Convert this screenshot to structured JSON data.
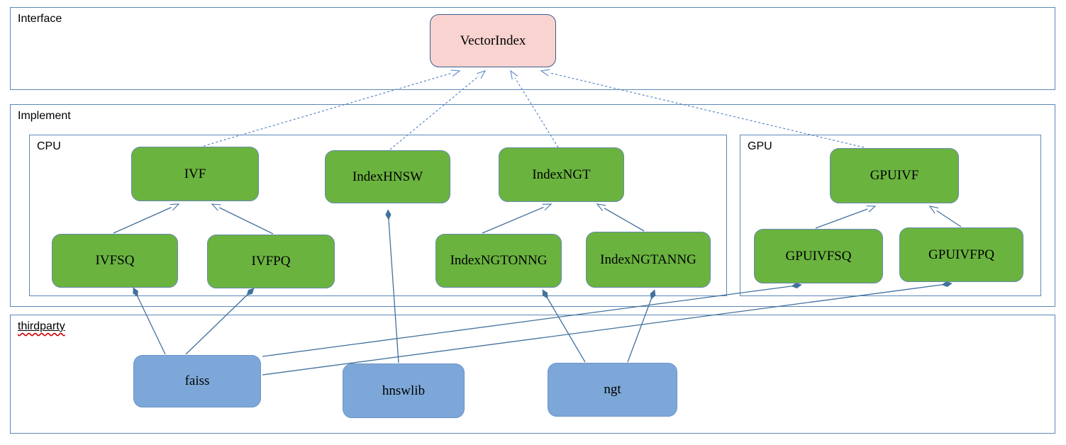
{
  "containers": {
    "interface": {
      "label": "Interface"
    },
    "implement": {
      "label": "Implement"
    },
    "cpu": {
      "label": "CPU"
    },
    "gpu": {
      "label": "GPU"
    },
    "thirdparty": {
      "label": "thirdparty"
    }
  },
  "nodes": {
    "vectorindex": {
      "label": "VectorIndex",
      "kind": "interface"
    },
    "ivf": {
      "label": "IVF",
      "kind": "implementation-cpu"
    },
    "indexhnsw": {
      "label": "IndexHNSW",
      "kind": "implementation-cpu"
    },
    "indexngt": {
      "label": "IndexNGT",
      "kind": "implementation-cpu"
    },
    "gpuivf": {
      "label": "GPUIVF",
      "kind": "implementation-gpu"
    },
    "ivfsq": {
      "label": "IVFSQ",
      "kind": "implementation-cpu"
    },
    "ivfpq": {
      "label": "IVFPQ",
      "kind": "implementation-cpu"
    },
    "indexngtonng": {
      "label": "IndexNGTONNG",
      "kind": "implementation-cpu"
    },
    "indexngtanng": {
      "label": "IndexNGTANNG",
      "kind": "implementation-cpu"
    },
    "gpuivfsq": {
      "label": "GPUIVFSQ",
      "kind": "implementation-gpu"
    },
    "gpuivfpq": {
      "label": "GPUIVFPQ",
      "kind": "implementation-gpu"
    },
    "faiss": {
      "label": "faiss",
      "kind": "thirdparty"
    },
    "hnswlib": {
      "label": "hnswlib",
      "kind": "thirdparty"
    },
    "ngt": {
      "label": "ngt",
      "kind": "thirdparty"
    }
  },
  "edges": [
    {
      "from": "IVF",
      "to": "VectorIndex",
      "type": "realization-dashed"
    },
    {
      "from": "IndexHNSW",
      "to": "VectorIndex",
      "type": "realization-dashed"
    },
    {
      "from": "IndexNGT",
      "to": "VectorIndex",
      "type": "realization-dashed"
    },
    {
      "from": "GPUIVF",
      "to": "VectorIndex",
      "type": "realization-dashed"
    },
    {
      "from": "IVFSQ",
      "to": "IVF",
      "type": "inheritance"
    },
    {
      "from": "IVFPQ",
      "to": "IVF",
      "type": "inheritance"
    },
    {
      "from": "IndexNGTONNG",
      "to": "IndexNGT",
      "type": "inheritance"
    },
    {
      "from": "IndexNGTANNG",
      "to": "IndexNGT",
      "type": "inheritance"
    },
    {
      "from": "GPUIVFSQ",
      "to": "GPUIVF",
      "type": "inheritance"
    },
    {
      "from": "GPUIVFPQ",
      "to": "GPUIVF",
      "type": "inheritance"
    },
    {
      "from": "IVFSQ",
      "to": "faiss",
      "type": "composition"
    },
    {
      "from": "IVFPQ",
      "to": "faiss",
      "type": "composition"
    },
    {
      "from": "IndexHNSW",
      "to": "hnswlib",
      "type": "composition"
    },
    {
      "from": "IndexNGTONNG",
      "to": "ngt",
      "type": "composition"
    },
    {
      "from": "IndexNGTANNG",
      "to": "ngt",
      "type": "composition"
    },
    {
      "from": "GPUIVFSQ",
      "to": "faiss",
      "type": "composition"
    },
    {
      "from": "GPUIVFPQ",
      "to": "faiss",
      "type": "composition"
    }
  ],
  "colors": {
    "implementation_fill": "#6ab33f",
    "interface_fill": "#f8d3d0",
    "thirdparty_fill": "#7da7d8",
    "frame_border": "#5b87b7",
    "edge_solid": "#41719c",
    "edge_dashed": "#5b87c5",
    "spellcheck_wavy": "#cc0000"
  }
}
